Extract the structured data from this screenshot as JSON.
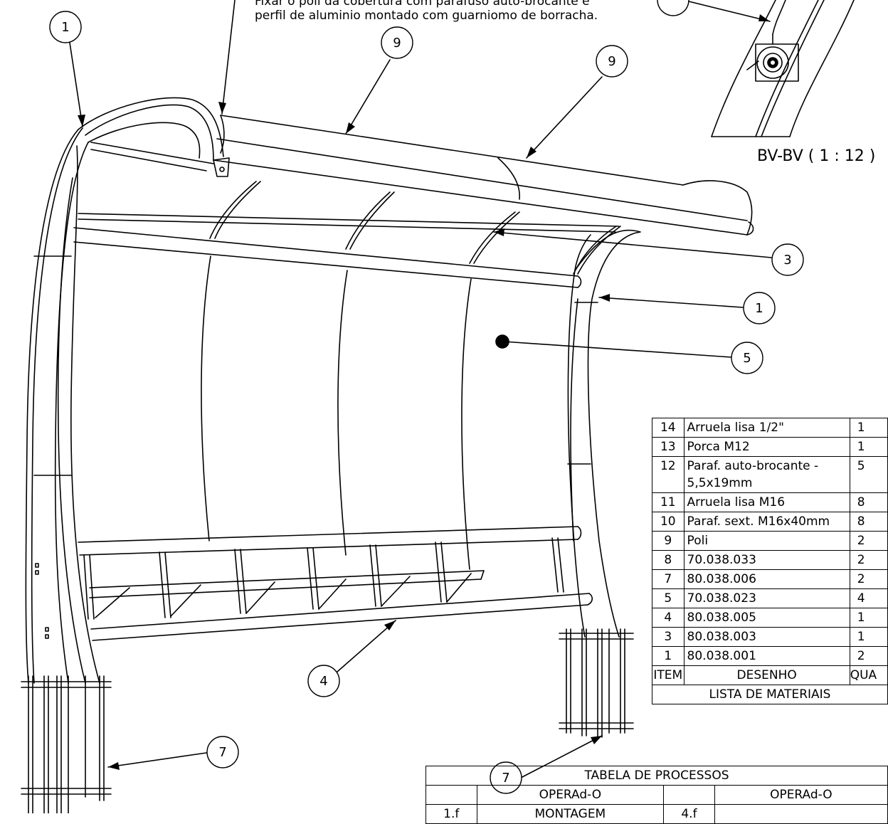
{
  "note": {
    "line1": "Fixar o poli da cobertura com parafuso auto-brocante e",
    "line2": "perfil de aluminio montado com guarniomo de borracha."
  },
  "view_label": "BV-BV ( 1 : 12 )",
  "balloons": [
    "1",
    "9",
    "9",
    "3",
    "1",
    "5",
    "4",
    "7",
    "7"
  ],
  "bom": {
    "rows": [
      {
        "item": "14",
        "desc": "Arruela lisa 1/2\"",
        "qty": "1"
      },
      {
        "item": "13",
        "desc": "Porca M12",
        "qty": "1"
      },
      {
        "item": "12",
        "desc": "Paraf. auto-brocante -",
        "desc2": "5,5x19mm",
        "qty": "5"
      },
      {
        "item": "11",
        "desc": "Arruela lisa M16",
        "qty": "8"
      },
      {
        "item": "10",
        "desc": "Paraf. sext. M16x40mm",
        "qty": "8"
      },
      {
        "item": "9",
        "desc": "Poli",
        "qty": "2"
      },
      {
        "item": "8",
        "desc": "70.038.033",
        "qty": "2"
      },
      {
        "item": "7",
        "desc": "80.038.006",
        "qty": "2"
      },
      {
        "item": "5",
        "desc": "70.038.023",
        "qty": "4"
      },
      {
        "item": "4",
        "desc": "80.038.005",
        "qty": "1"
      },
      {
        "item": "3",
        "desc": "80.038.003",
        "qty": "1"
      },
      {
        "item": "1",
        "desc": "80.038.001",
        "qty": "2"
      }
    ],
    "header": {
      "item": "ITEM",
      "desc": "DESENHO",
      "qty": "QUA"
    },
    "title": "LISTA DE MATERIAIS"
  },
  "process_table": {
    "title": "TABELA DE PROCESSOS",
    "op_header_1": "OPERAd-O",
    "op_header_2": "OPERAd-O",
    "row1_c1": "1.f",
    "row1_c2": "MONTAGEM",
    "row1_c3": "4.f"
  }
}
